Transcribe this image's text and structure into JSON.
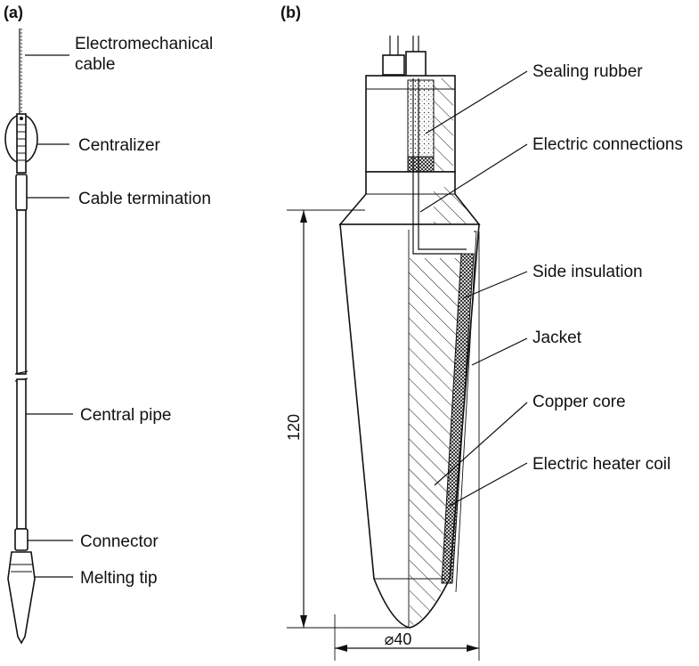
{
  "panels": {
    "a": "(a)",
    "b": "(b)"
  },
  "labels_a": {
    "electromechanical_cable_1": "Electromechanical",
    "electromechanical_cable_2": "cable",
    "centralizer": "Centralizer",
    "cable_termination": "Cable termination",
    "central_pipe": "Central pipe",
    "connector": "Connector",
    "melting_tip": "Melting tip"
  },
  "labels_b": {
    "sealing_rubber": "Sealing rubber",
    "electric_connections": "Electric connections",
    "side_insulation": "Side insulation",
    "jacket": "Jacket",
    "copper_core": "Copper core",
    "electric_heater_coil": "Electric heater coil"
  },
  "dimensions": {
    "length": "120",
    "diameter": "⌀40"
  },
  "colors": {
    "ink": "#111111",
    "background": "#ffffff"
  }
}
